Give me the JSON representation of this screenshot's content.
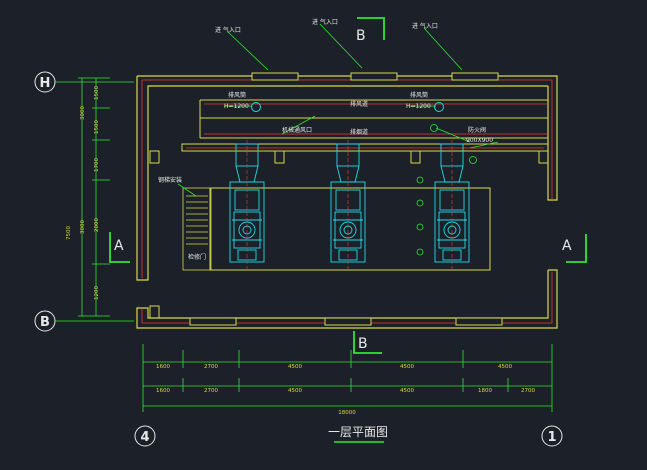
{
  "drawing": {
    "title": "一层平面图",
    "colors": {
      "background": "#1c2129",
      "wall": "#d8d84a",
      "red": "#e83a3a",
      "cyan": "#22d8e8",
      "green": "#2ee82e",
      "dim": "#d8d84a",
      "white": "#e8e8e8"
    }
  },
  "axes": {
    "row_top": "H",
    "row_bottom": "B",
    "col_left": "4",
    "col_right": "1"
  },
  "section_marks": {
    "top": "B",
    "bottom": "B",
    "left": "A",
    "right": "A"
  },
  "labels": {
    "air_inlets": [
      "进 气入口",
      "进 气入口",
      "进 气入口"
    ],
    "exhaust_duct_left": "排风筒",
    "exhaust_height_left": "H=1200",
    "exhaust_duct_right": "排风筒",
    "exhaust_height_right": "H=1200",
    "exhaust_channel": "排风道",
    "smoke_channel": "排烟道",
    "vent_opening": "机械通风口",
    "damper_label": "防火阀",
    "damper_size": "900X900",
    "stair_label": "钢梯安装",
    "door_label": "检修门"
  },
  "left_dims": {
    "outer": "7500",
    "inner": [
      "1500",
      "1500",
      "1700",
      "2000",
      "1200"
    ],
    "mid": [
      "3000",
      "3000"
    ]
  },
  "bottom_dims": {
    "row1": [
      "1600",
      "2700",
      "4500",
      "4500",
      "4500"
    ],
    "row2": [
      "1600",
      "2700",
      "4500",
      "4500",
      "1800",
      "2700"
    ],
    "total": "18000"
  }
}
